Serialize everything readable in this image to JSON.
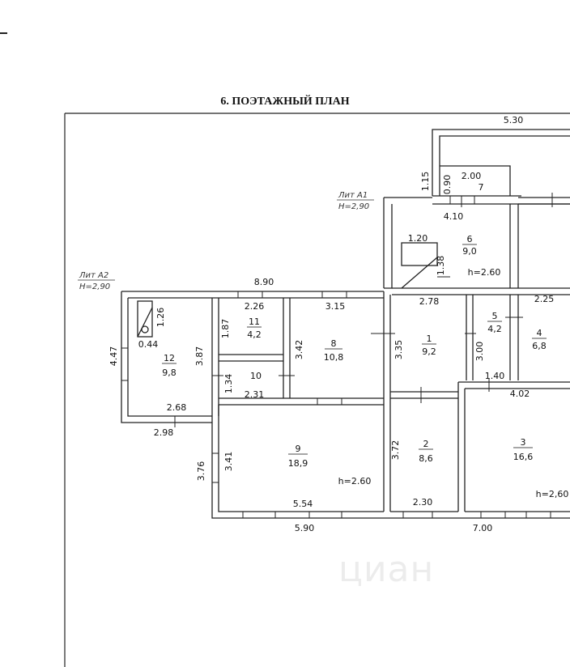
{
  "title": "6. ПОЭТАЖНЫЙ ПЛАН",
  "watermark": "циан",
  "lit_a1": {
    "name": "Лит А1",
    "height": "H=2,90"
  },
  "lit_a2": {
    "name": "Лит А2",
    "height": "H=2,90"
  },
  "rooms": [
    {
      "number": "1",
      "area": "9,2"
    },
    {
      "number": "2",
      "area": "8,6"
    },
    {
      "number": "3",
      "area": "16,6"
    },
    {
      "number": "4",
      "area": "6,8"
    },
    {
      "number": "5",
      "area": "4,2"
    },
    {
      "number": "6",
      "area": "9,0"
    },
    {
      "number": "7",
      "area": ""
    },
    {
      "number": "8",
      "area": "10,8"
    },
    {
      "number": "9",
      "area": "18,9"
    },
    {
      "number": "10",
      "area": ""
    },
    {
      "number": "11",
      "area": "4,2"
    },
    {
      "number": "12",
      "area": "9,8"
    }
  ],
  "dimensions": {
    "d530": "5.30",
    "d115": "1.15",
    "d090": "0.90",
    "d200": "2.00",
    "d410": "4.10",
    "d120": "1.20",
    "d138": "1.38",
    "h260a": "h=2.60",
    "d890": "8.90",
    "d226": "2.26",
    "d315": "3.15",
    "d278": "2.78",
    "d225": "2.25",
    "d126": "1.26",
    "d044": "0.44",
    "d447": "4.47",
    "d387": "3.87",
    "d187": "1.87",
    "d342": "3.42",
    "d335": "3.35",
    "d300": "3.00",
    "d134": "1.34",
    "d231": "2.31",
    "d140": "1.40",
    "d402": "4.02",
    "d268": "2.68",
    "d298": "2.98",
    "d341": "3.41",
    "d376": "3.76",
    "d372": "3.72",
    "h260b": "h=2.60",
    "h260c": "h=2,60",
    "d554": "5.54",
    "d230": "2.30",
    "d590": "5.90",
    "d700": "7.00"
  }
}
